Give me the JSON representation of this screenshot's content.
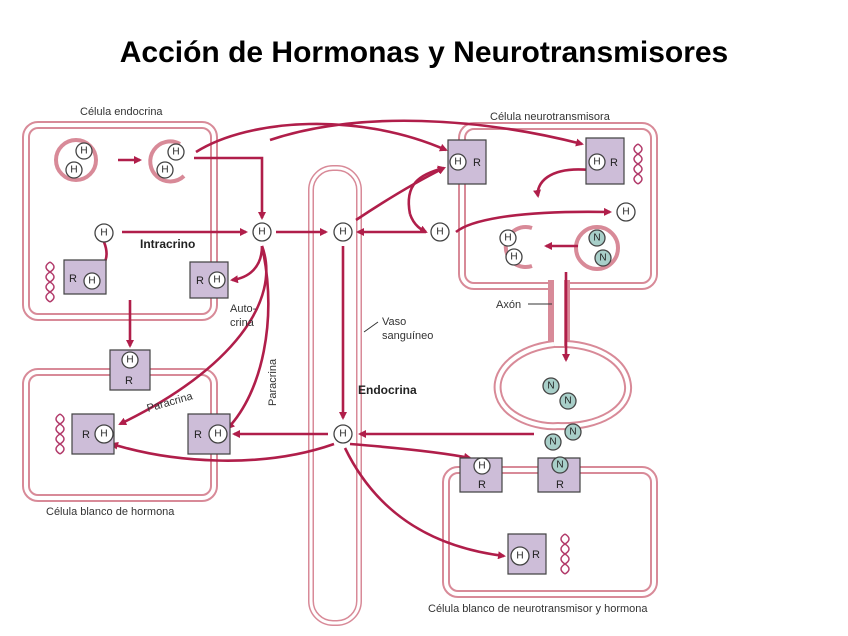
{
  "title": "Acción de Hormonas y Neurotransmisores",
  "labels": {
    "endocrine_cell": "Célula endocrina",
    "neurotransmitter_cell": "Célula neurotransmisora",
    "intracrine": "Intracrino",
    "autocrine_1": "Auto-",
    "autocrine_2": "crina",
    "paracrine_1": "Paracrina",
    "paracrine_2": "Paracrina",
    "blood_vessel_1": "Vaso",
    "blood_vessel_2": "sanguíneo",
    "endocrine": "Endocrina",
    "axon": "Axón",
    "hormone_target_cell": "Célula blanco de hormona",
    "nt_hormone_target_cell": "Célula blanco de neurotransmisor y hormona"
  },
  "symbols": {
    "hormone": "H",
    "neurotransmitter": "N",
    "receptor": "R"
  },
  "colors": {
    "arrow": "#b01e4a",
    "cell_membrane": "#d88a98",
    "receptor": "#cdbdd8",
    "neurotransmitter": "#a8cfc9"
  }
}
